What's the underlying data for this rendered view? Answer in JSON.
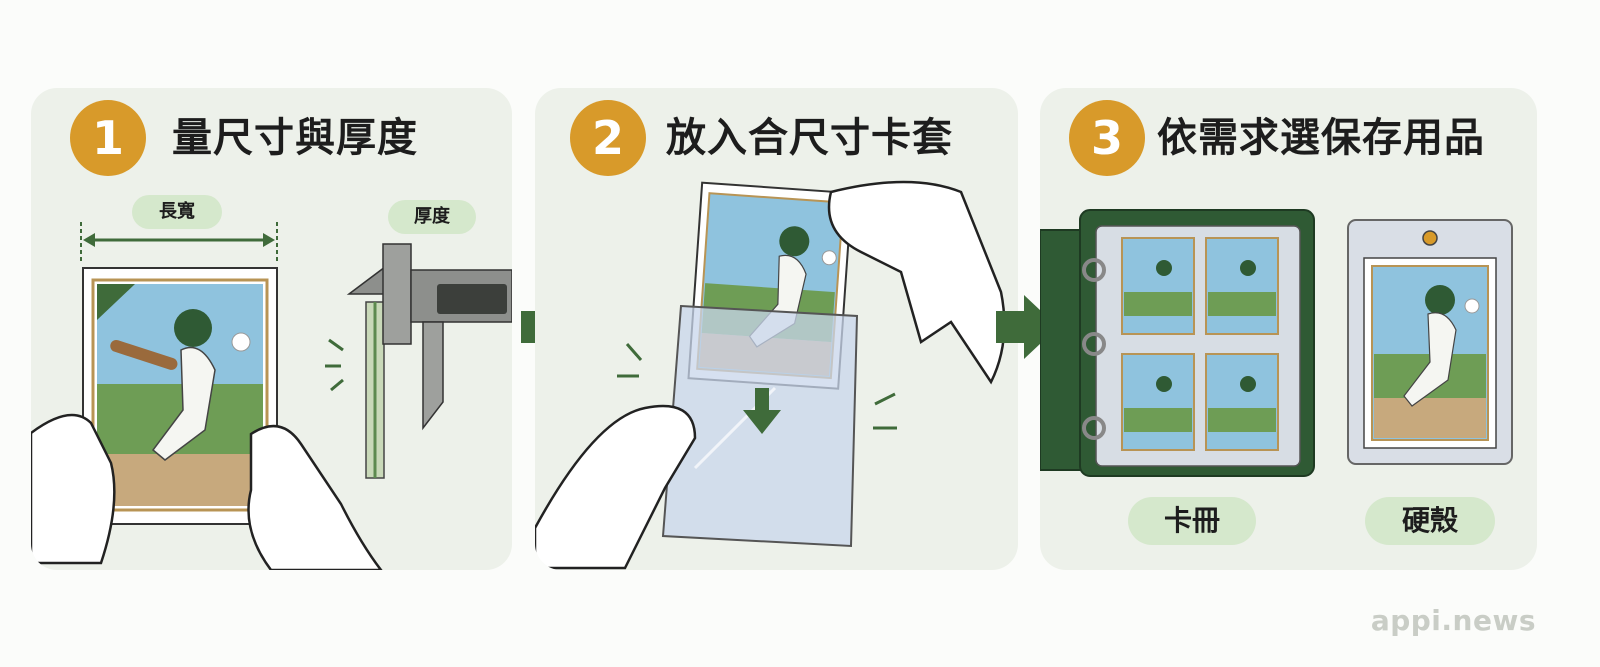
{
  "steps": [
    {
      "number": "1",
      "title": "量尺寸與厚度",
      "labels": {
        "size": "長寬",
        "thickness": "厚度"
      }
    },
    {
      "number": "2",
      "title": "放入合尺寸卡套"
    },
    {
      "number": "3",
      "title": "依需求選保存用品",
      "labels": {
        "binder": "卡冊",
        "hard_case": "硬殼"
      }
    }
  ],
  "watermark": "appi.news",
  "colors": {
    "accent_orange": "#d89a2a",
    "arrow_green": "#3f6b3a",
    "pill_green": "#d5e8cc",
    "panel_bg": "#edf1ea",
    "binder_green": "#2f5a34"
  }
}
